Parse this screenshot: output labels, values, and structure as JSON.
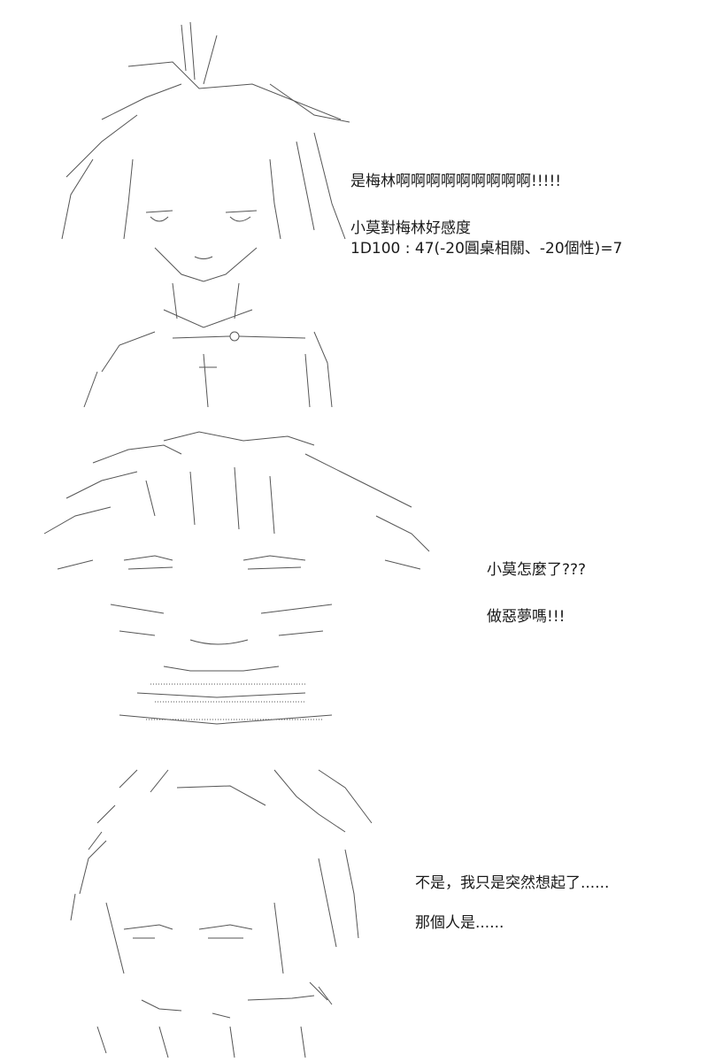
{
  "colors": {
    "background": "#ffffff",
    "text": "#1a1a1a",
    "art_stroke": "#555555"
  },
  "panels": [
    {
      "art_subject": "ascii-art-girl-portrait",
      "captions": [
        "是梅林啊啊啊啊啊啊啊啊啊!!!!!",
        "小莫對梅林好感度",
        "1D100 : 47(-20圓桌相關、-20個性)=7"
      ]
    },
    {
      "art_subject": "ascii-art-girl-face-closeup",
      "captions": [
        "小莫怎麼了???",
        "做惡夢嗎!!!"
      ]
    },
    {
      "art_subject": "ascii-art-girl-shadowed",
      "captions": [
        "不是，我只是突然想起了......",
        "那個人是......"
      ]
    }
  ]
}
